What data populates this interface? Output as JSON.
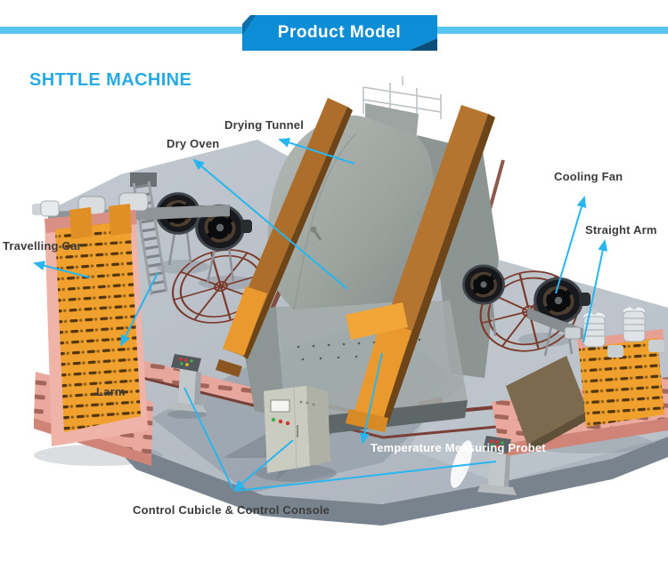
{
  "banner": {
    "title": "Product Model"
  },
  "heading": {
    "title": "SHTTLE MACHINE"
  },
  "labels": {
    "drying_tunnel": "Drying Tunnel",
    "dry_oven": "Dry Oven",
    "cooling_fan": "Cooling Fan",
    "straight_arm": "Straight Arm",
    "travelling_car": "Travelling Car",
    "larm": "Larm",
    "temperature_probe": "Temperature Measuring Probet",
    "control": "Control Cubicle & Control Console"
  },
  "colors": {
    "banner_blue": "#0d8dd6",
    "banner_fold": "#0d4d7a",
    "stripe_light_blue": "#5ac4f1",
    "heading_cyan": "#29abe2",
    "arrow_cyan": "#29b5f0",
    "label_dark": "#3b3b3b",
    "label_light": "#ffffff",
    "machine_orange": "#f0a02c",
    "frame_salmon": "#eba99e",
    "mold_maroon": "#7b3a2b",
    "beam_copper": "#b5742f",
    "floor_gray": "#b9c0c8",
    "fan_dark": "#17191c",
    "cabinet_gray": "#cbccc1"
  }
}
